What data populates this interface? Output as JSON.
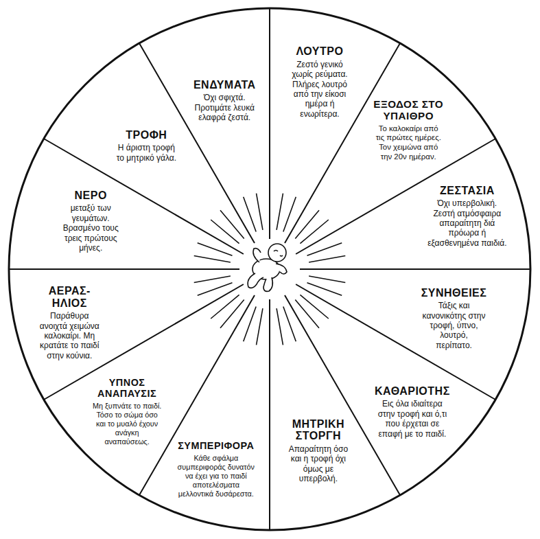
{
  "diagram": {
    "nodes": [
      {
        "text": [
          "ΤΡΟΦΗ",
          "Η άριστη τροφή το μητρικό γάλα."
        ]
      },
      {
        "text": [
          "ΕΝΔΥΜΑΤΑ",
          "Όχι σφιχτά. Προτιμάτε λευκά ελαφρά ζεστά."
        ]
      },
      {
        "text": [
          "ΛΟΥΤΡΟ",
          "Ζεστό γενικό χωρίς ρεύματα. Πλήρες λουτρό από την είκοσι ημέρα ή ενωρίτερα."
        ]
      },
      {
        "text": [
          "ΕΞΟΔΟΣ ΣΤΟ ΥΠΑΙΘΡΟ",
          "Το καλοκαίρι από τις πρώτες ημέρες. Τον χειμώνα από την 20ν ημέραν."
        ]
      },
      {
        "text": [
          "ΖΕΣΤΑΣΙΑ",
          "Όχι υπερβολική. Ζεστή ατμόσφαιρα απαραίτητη διά πρόωρα ή εξασθενημένα παιδιά."
        ]
      },
      {
        "text": [
          "ΣΥΝΗΘΕΙΕΣ",
          "Τάξις και κανονικότης στην τροφή, ύπνο, λουτρό, περίπατο."
        ]
      },
      {
        "text": [
          "ΚΑΘΑΡΙΟΤΗΣ",
          "Εις όλα ιδιαίτερα στην τροφή και ό,τι που έρχεται σε επαφή με το παιδί."
        ]
      },
      {
        "text": [
          "ΜΗΤΡΙΚΗ ΣΤΟΡΓΗ",
          "Απαραίτητη όσο και η τροφή όχι όμως με υπερβολή."
        ]
      },
      {
        "text": [
          "ΣΥΜΠΕΡΙΦΟΡΑ",
          "Κάθε σφάλμα συμπεριφοράς δυνατόν να έχει για το παιδί αποτελέσματα μελλοντικά δυσάρεστα."
        ]
      },
      {
        "text": [
          "ΥΠΝΟΣ ΑΝΑΠΑΥΣΙΣ",
          "Μη ξυπνάτε το παιδί. Τόσο το σώμα όσο και το μυαλό έχουν ανάγκη αναπαύσεως."
        ]
      },
      {
        "text": [
          "ΑΕΡΑΣ-ΗΛΙΟΣ",
          "Παράθυρα ανοιχτά χειμώνα καλοκαίρι. Μη κρατάτε το παιδί στην κούνια."
        ]
      },
      {
        "text": [
          "ΝΕΡΟ",
          "μεταξύ των γευμάτων. Βρασμένο τους τρεις πρώτους μήνες."
        ]
      }
    ]
  }
}
